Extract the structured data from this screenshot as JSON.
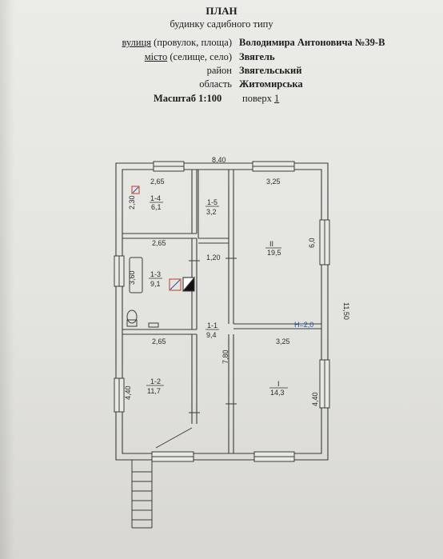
{
  "header": {
    "title": "ПЛАН",
    "subtitle": "будинку садибного типу"
  },
  "address": {
    "street_label_underlined": "вулиця",
    "street_label_rest": " (провулок, площа)",
    "street_value": "Володимира Антоновича №39-В",
    "city_label_underlined": "місто",
    "city_label_rest": " (селище, село)",
    "city_value": "Звягель",
    "district_label": "район",
    "district_value": "Звягельський",
    "region_label": "область",
    "region_value": "Житомирська"
  },
  "scale": {
    "label": "Масштаб 1:100",
    "floor_label": "поверх",
    "floor_value": "1"
  },
  "plan": {
    "overall_width": "8,40",
    "overall_length": "11,50",
    "rooms": [
      {
        "id": "1-4",
        "area": "6,1"
      },
      {
        "id": "1-5",
        "area": "3,2"
      },
      {
        "id": "II",
        "area": "19,5"
      },
      {
        "id": "1-3",
        "area": "9,1"
      },
      {
        "id": "1-1",
        "area": "9,4"
      },
      {
        "id": "1-2",
        "area": "11,7"
      },
      {
        "id": "I",
        "area": "14,3"
      }
    ],
    "dims": {
      "d_265_top": "2,65",
      "d_230": "2,30",
      "d_325_top": "3,25",
      "d_265_mid": "2,65",
      "d_60": "6,0",
      "d_120": "1,20",
      "d_360": "3,60",
      "d_height": "H=2,0",
      "d_325_low": "3,25",
      "d_265_low": "2,65",
      "d_780": "7,80",
      "d_440_left": "4,40",
      "d_440_right": "4,40"
    }
  }
}
